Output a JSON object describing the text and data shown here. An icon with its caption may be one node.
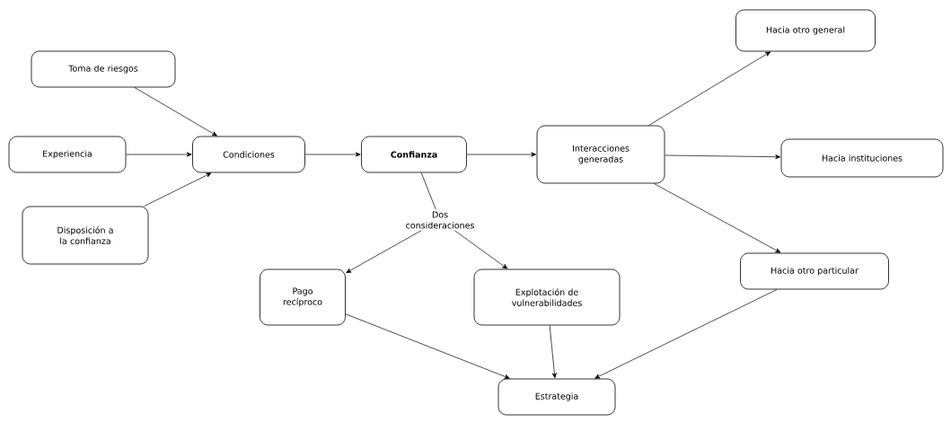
{
  "diagram": {
    "nodes": [
      {
        "text": [
          "Toma de riesgos"
        ]
      },
      {
        "text": [
          "Experiencia"
        ]
      },
      {
        "text": [
          "Disposición a la confianza"
        ]
      },
      {
        "text": [
          "Condiciones"
        ]
      },
      {
        "text": [
          "Confianza"
        ]
      },
      {
        "text": [
          "Interacciones generadas"
        ]
      },
      {
        "text": [
          "Hacia otro general"
        ]
      },
      {
        "text": [
          "Hacia instituciones"
        ]
      },
      {
        "text": [
          "Hacia otro particular"
        ]
      },
      {
        "text": [
          "Pago recíproco"
        ]
      },
      {
        "text": [
          "Explotación de vulnerabilidades"
        ]
      },
      {
        "text": [
          "Estrategia"
        ]
      },
      {
        "text": [
          "Dos consideraciones"
        ]
      }
    ],
    "edges": [
      {
        "from": 0,
        "to": 3,
        "arrow": "to"
      },
      {
        "from": 1,
        "to": 3,
        "arrow": "to"
      },
      {
        "from": 2,
        "to": 3,
        "arrow": "to"
      },
      {
        "from": 3,
        "to": 4,
        "arrow": "to"
      },
      {
        "from": 4,
        "to": 5,
        "arrow": "to"
      },
      {
        "from": 5,
        "to": 6,
        "arrow": "to"
      },
      {
        "from": 5,
        "to": 7,
        "arrow": "to"
      },
      {
        "from": 5,
        "to": 8,
        "arrow": "to"
      },
      {
        "from": 4,
        "to": 12,
        "arrow": "none"
      },
      {
        "from": 12,
        "to": 9,
        "arrow": "to"
      },
      {
        "from": 12,
        "to": 10,
        "arrow": "to"
      },
      {
        "from": 9,
        "to": 11,
        "arrow": "to"
      },
      {
        "from": 10,
        "to": 11,
        "arrow": "to"
      },
      {
        "from": 8,
        "to": 11,
        "arrow": "to"
      }
    ]
  }
}
